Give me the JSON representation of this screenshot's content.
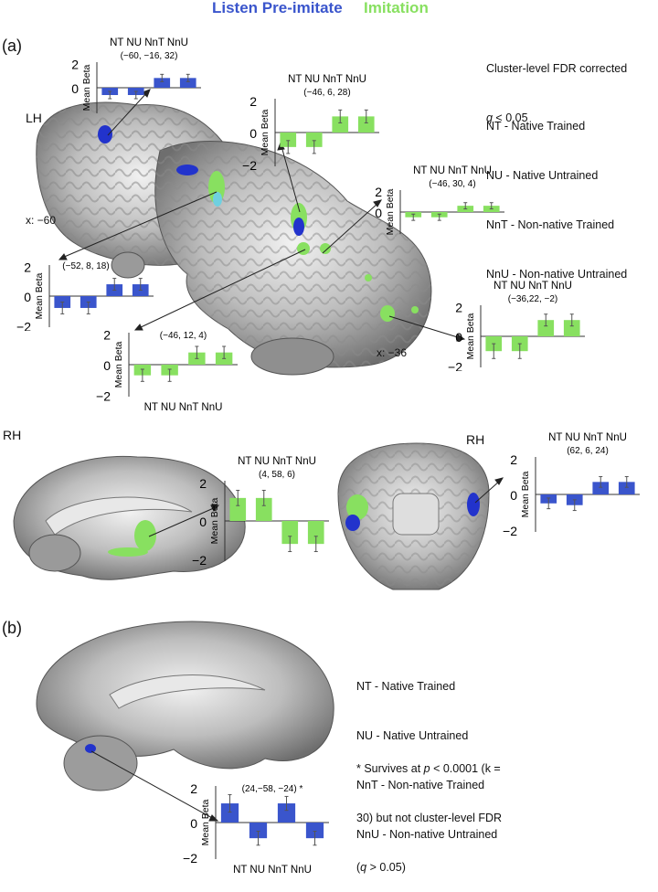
{
  "header": {
    "listen_label": "Listen Pre-imitate",
    "imitation_label": "Imitation",
    "listen_color": "#3a55cc",
    "imitation_color": "#88e060"
  },
  "panels": {
    "a": "(a)",
    "b": "(b)"
  },
  "side_labels": {
    "lh": "LH",
    "rh1": "RH",
    "rh2": "RH"
  },
  "slice_labels": {
    "x60": "x: −60",
    "x36": "x: −36"
  },
  "legend_a": {
    "correction_line1": "Cluster-level FDR corrected",
    "correction_q": "q",
    "correction_value": " < 0.05",
    "items": [
      "NT - Native Trained",
      "NU - Native Untrained",
      "NnT - Non-native Trained",
      "NnU - Non-native Untrained"
    ]
  },
  "legend_b": {
    "items": [
      "NT - Native Trained",
      "NU - Native Untrained",
      "NnT - Non-native Trained",
      "NnU - Non-native Untrained"
    ],
    "note_pre": "* Survives at ",
    "note_p": "p",
    "note_mid": " < 0.0001 (k =",
    "note_line2": "30) but not cluster-level FDR",
    "note_line3_pre": "(",
    "note_q": "q",
    "note_line3_post": " > 0.05)"
  },
  "chart_data": [
    {
      "type": "bar",
      "id": "c1",
      "coord": "(−60, −16, 32)",
      "categories": [
        "NT",
        "NU",
        "NnT",
        "NnU"
      ],
      "values": [
        -0.6,
        -0.6,
        0.8,
        0.8
      ],
      "errors": [
        0.3,
        0.3,
        0.3,
        0.3
      ],
      "color": "#3a55cc",
      "ylabel": "Mean Beta",
      "yticks": [
        "2",
        "0"
      ],
      "cats_pos": "top"
    },
    {
      "type": "bar",
      "id": "c2",
      "coord": "(−46, 6, 28)",
      "categories": [
        "NT",
        "NU",
        "NnT",
        "NnU"
      ],
      "values": [
        -0.9,
        -0.9,
        1.0,
        1.0
      ],
      "errors": [
        0.4,
        0.4,
        0.4,
        0.4
      ],
      "color": "#88e060",
      "ylabel": "Mean Beta",
      "yticks": [
        "2",
        "0",
        "−2"
      ],
      "cats_pos": "top"
    },
    {
      "type": "bar",
      "id": "c3",
      "coord": "(−46, 30, 4)",
      "categories": [
        "NT",
        "NU",
        "NnT",
        "NnU"
      ],
      "values": [
        -0.5,
        -0.5,
        0.6,
        0.6
      ],
      "errors": [
        0.3,
        0.3,
        0.3,
        0.3
      ],
      "color": "#88e060",
      "ylabel": "Mean Beta",
      "yticks": [
        "2",
        "0"
      ],
      "cats_pos": "top"
    },
    {
      "type": "bar",
      "id": "c4",
      "coord": "(−52, 8, 18)",
      "categories": [
        "NT",
        "NU",
        "NnT",
        "NnU"
      ],
      "values": [
        -0.8,
        -0.8,
        0.8,
        0.8
      ],
      "errors": [
        0.4,
        0.4,
        0.4,
        0.4
      ],
      "color": "#3a55cc",
      "ylabel": "Mean Beta",
      "yticks": [
        "2",
        "0",
        "−2"
      ],
      "cats_pos": "none"
    },
    {
      "type": "bar",
      "id": "c5",
      "coord": "(−36,22, −2)",
      "categories": [
        "NT",
        "NU",
        "NnT",
        "NnU"
      ],
      "values": [
        -1.0,
        -1.0,
        1.1,
        1.1
      ],
      "errors": [
        0.5,
        0.5,
        0.4,
        0.4
      ],
      "color": "#88e060",
      "ylabel": "Mean Beta",
      "yticks": [
        "2",
        "0",
        "−2"
      ],
      "cats_pos": "top"
    },
    {
      "type": "bar",
      "id": "c6",
      "coord": "(−46, 12, 4)",
      "categories": [
        "NT",
        "NU",
        "NnT",
        "NnU"
      ],
      "values": [
        -0.7,
        -0.7,
        0.8,
        0.8
      ],
      "errors": [
        0.4,
        0.4,
        0.4,
        0.4
      ],
      "color": "#88e060",
      "ylabel": "Mean Beta",
      "yticks": [
        "2",
        "0",
        "−2"
      ],
      "cats_pos": "bottom"
    },
    {
      "type": "bar",
      "id": "c7",
      "coord": "(4, 58, 6)",
      "categories": [
        "NT",
        "NU",
        "NnT",
        "NnU"
      ],
      "values": [
        1.2,
        1.2,
        -1.2,
        -1.2
      ],
      "errors": [
        0.4,
        0.4,
        0.4,
        0.4
      ],
      "color": "#88e060",
      "ylabel": "Mean Beta",
      "yticks": [
        "2",
        "0",
        "−2"
      ],
      "cats_pos": "top"
    },
    {
      "type": "bar",
      "id": "c8",
      "coord": "(62, 6, 24)",
      "categories": [
        "NT",
        "NU",
        "NnT",
        "NnU"
      ],
      "values": [
        -0.5,
        -0.6,
        0.7,
        0.7
      ],
      "errors": [
        0.3,
        0.3,
        0.3,
        0.3
      ],
      "color": "#3a55cc",
      "ylabel": "Mean Beta",
      "yticks": [
        "2",
        "0",
        "−2"
      ],
      "cats_pos": "top"
    },
    {
      "type": "bar",
      "id": "c9",
      "coord": "(24,−58, −24) *",
      "categories": [
        "NT",
        "NU",
        "NnT",
        "NnU"
      ],
      "values": [
        1.1,
        -0.9,
        1.1,
        -0.9
      ],
      "errors": [
        0.5,
        0.4,
        0.4,
        0.4
      ],
      "color": "#3a55cc",
      "ylabel": "Mean Beta",
      "yticks": [
        "2",
        "0",
        "−2"
      ],
      "cats_pos": "bottom"
    }
  ]
}
